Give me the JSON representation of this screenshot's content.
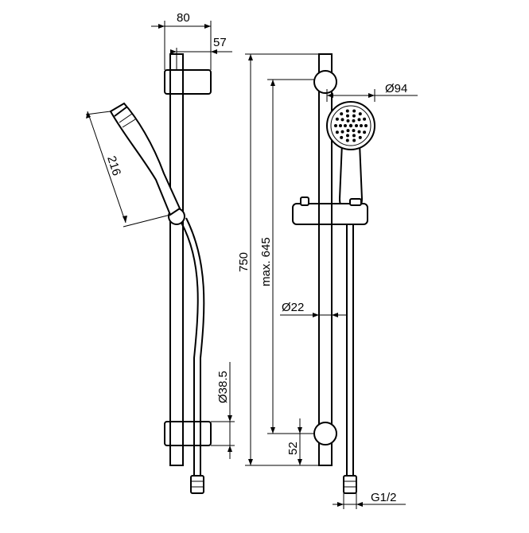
{
  "dimensions": {
    "total_width": "80",
    "bracket_offset": "57",
    "handshower_length": "216",
    "bracket_diameter": "Ø38.5",
    "rail_height": "750",
    "adjustment_range": "max. 645",
    "head_diameter": "Ø94",
    "rail_diameter": "Ø22",
    "bottom_offset": "52",
    "thread": "G1/2"
  }
}
